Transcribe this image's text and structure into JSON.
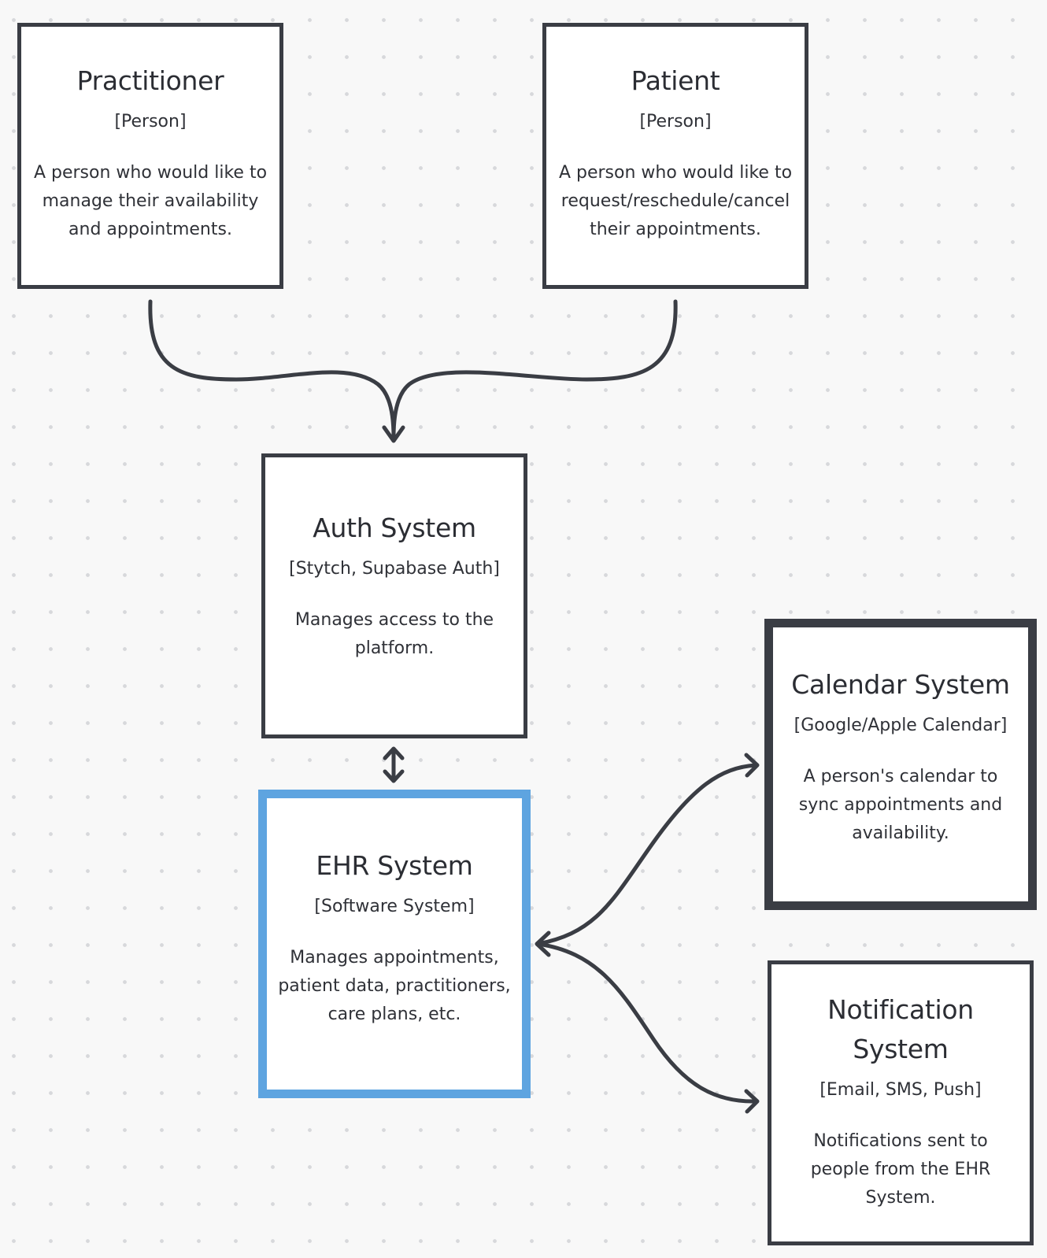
{
  "diagram": {
    "nodes": {
      "practitioner": {
        "title": "Practitioner",
        "tech": "[Person]",
        "description": "A person who would like to manage their availability and appointments."
      },
      "patient": {
        "title": "Patient",
        "tech": "[Person]",
        "description": "A person who would like to request/reschedule/cancel their appointments."
      },
      "auth": {
        "title": "Auth System",
        "tech": "[Stytch, Supabase Auth]",
        "description": "Manages access to the platform."
      },
      "ehr": {
        "title": "EHR System",
        "tech": "[Software System]",
        "description": "Manages appointments, patient data, practitioners, care plans, etc.",
        "border_color": "#5ea4e0"
      },
      "calendar": {
        "title": "Calendar System",
        "tech": "[Google/Apple Calendar]",
        "description": "A person's calendar to sync appointments and availability."
      },
      "notification": {
        "title": "Notification System",
        "tech": "[Email, SMS, Push]",
        "description": "Notifications sent to people from the EHR System."
      }
    },
    "edges": [
      {
        "from": "practitioner",
        "to": "auth",
        "direction": "forward"
      },
      {
        "from": "patient",
        "to": "auth",
        "direction": "forward"
      },
      {
        "from": "auth",
        "to": "ehr",
        "direction": "both"
      },
      {
        "from": "ehr",
        "to": "calendar",
        "direction": "both"
      },
      {
        "from": "ehr",
        "to": "notification",
        "direction": "both"
      }
    ],
    "colors": {
      "node_border": "#3a3d44",
      "highlight_border": "#5ea4e0",
      "connector": "#3a3d44",
      "background": "#f8f8f8"
    }
  }
}
